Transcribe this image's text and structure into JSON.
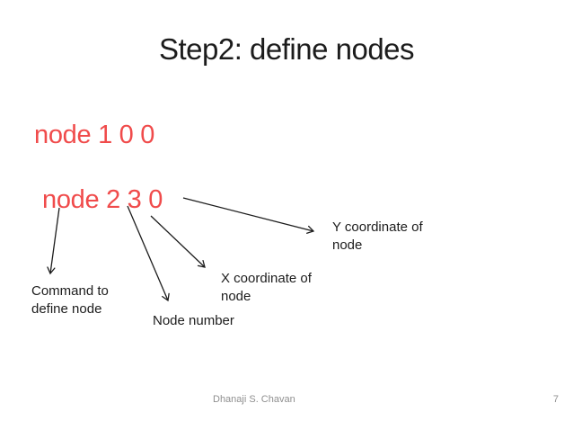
{
  "slide": {
    "title": "Step2: define nodes",
    "code_lines": [
      {
        "text": "node 1 0 0"
      },
      {
        "text": "node 2 3 0"
      }
    ],
    "annotations": {
      "command": "Command to\ndefine node",
      "node_number": "Node number",
      "x_coord": "X coordinate of\nnode",
      "y_coord": "Y coordinate of\nnode"
    },
    "footer": {
      "author": "Dhanaji S. Chavan",
      "page_number": "7"
    },
    "colors": {
      "code_red": "#f04b4b",
      "text_color": "#1c1c1c",
      "footer_gray": "#8f8f8f",
      "slide_bg": "#ffffff"
    }
  }
}
